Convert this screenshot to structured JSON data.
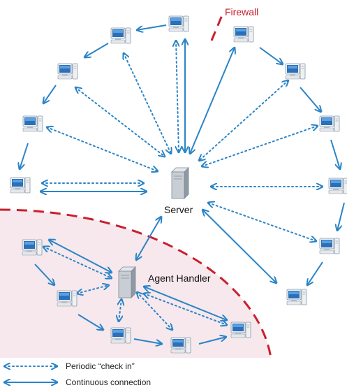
{
  "labels": {
    "server": "Server",
    "agent_handler": "Agent Handler",
    "firewall": "Firewall"
  },
  "legend": {
    "periodic": "Periodic “check in”",
    "continuous": "Continuous connection"
  },
  "colors": {
    "arrow": "#2a84c8",
    "firewall": "#c8202e",
    "zone_fill": "#f6e8ec",
    "server_body": "#c9ced4"
  },
  "icons": {
    "workstation": "workstation-icon",
    "server": "server-tower-icon"
  }
}
